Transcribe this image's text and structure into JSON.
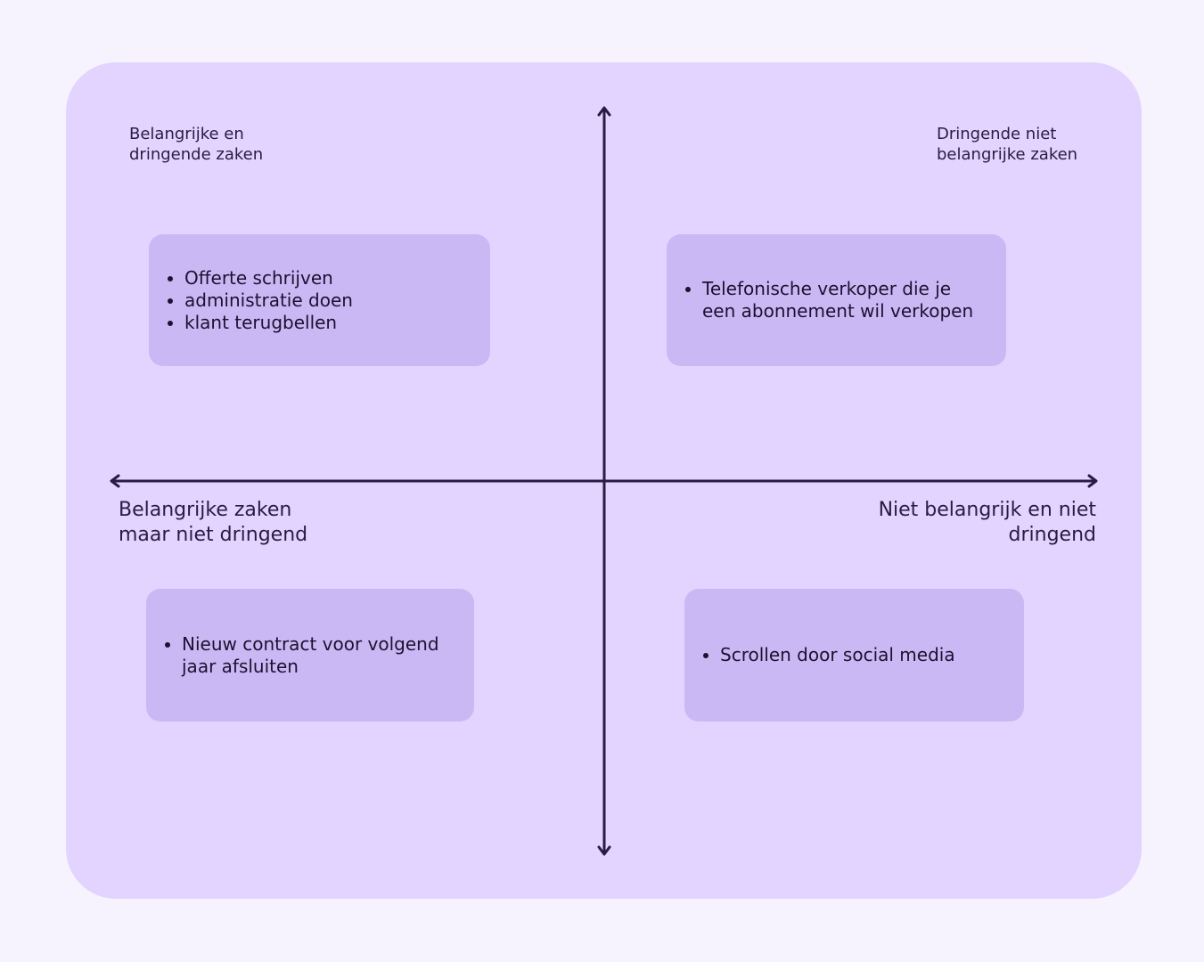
{
  "quadrants": {
    "top_left": {
      "title": "Belangrijke en\ndringende zaken",
      "items": [
        "Offerte schrijven",
        "administratie doen",
        "klant terugbellen"
      ]
    },
    "top_right": {
      "title": "Dringende niet\nbelangrijke zaken",
      "items": [
        "Telefonische verkoper die je een abonnement wil verkopen"
      ]
    },
    "bottom_left": {
      "title": "Belangrijke zaken\nmaar niet dringend",
      "items": [
        "Nieuw contract voor volgend jaar afsluiten"
      ]
    },
    "bottom_right": {
      "title": "Niet belangrijk en niet\ndringend",
      "items": [
        "Scrollen door social media"
      ]
    }
  },
  "colors": {
    "page_background": "#f6f3fe",
    "panel_background": "#e2d4fe",
    "box_background": "#cab8f5",
    "axis": "#2a1b45"
  }
}
